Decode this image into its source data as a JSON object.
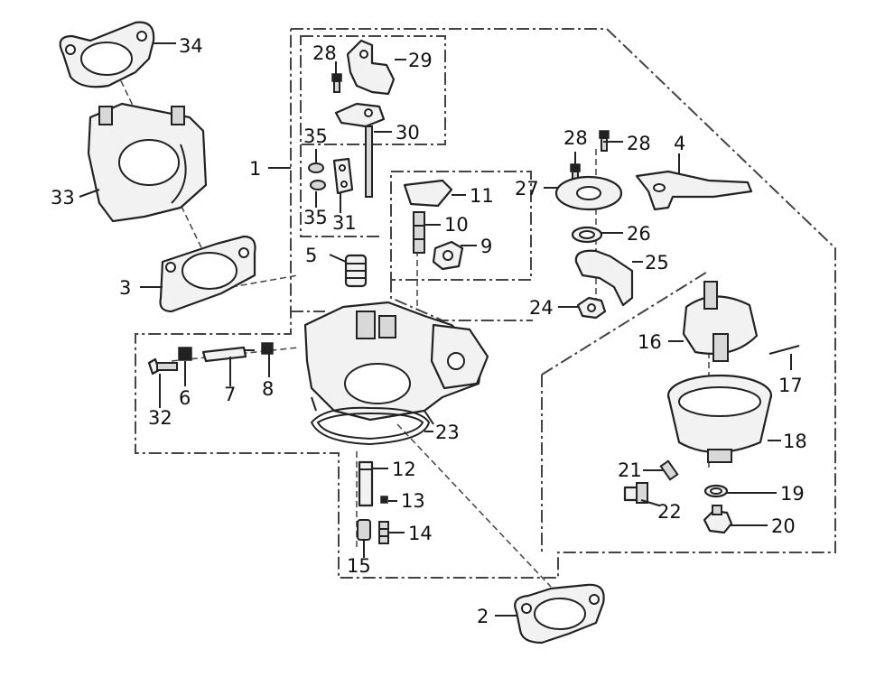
{
  "diagram": {
    "labels": {
      "p1": "1",
      "p2": "2",
      "p3": "3",
      "p4": "4",
      "p5": "5",
      "p6": "6",
      "p7": "7",
      "p8": "8",
      "p9": "9",
      "p10": "10",
      "p11": "11",
      "p12": "12",
      "p13": "13",
      "p14": "14",
      "p15": "15",
      "p16": "16",
      "p17": "17",
      "p18": "18",
      "p19": "19",
      "p20": "20",
      "p21": "21",
      "p22": "22",
      "p23": "23",
      "p24": "24",
      "p25": "25",
      "p26": "26",
      "p27": "27",
      "p28a": "28",
      "p28b": "28",
      "p28c": "28",
      "p29": "29",
      "p30": "30",
      "p31": "31",
      "p32": "32",
      "p33": "33",
      "p34": "34",
      "p35a": "35",
      "p35b": "35"
    }
  }
}
